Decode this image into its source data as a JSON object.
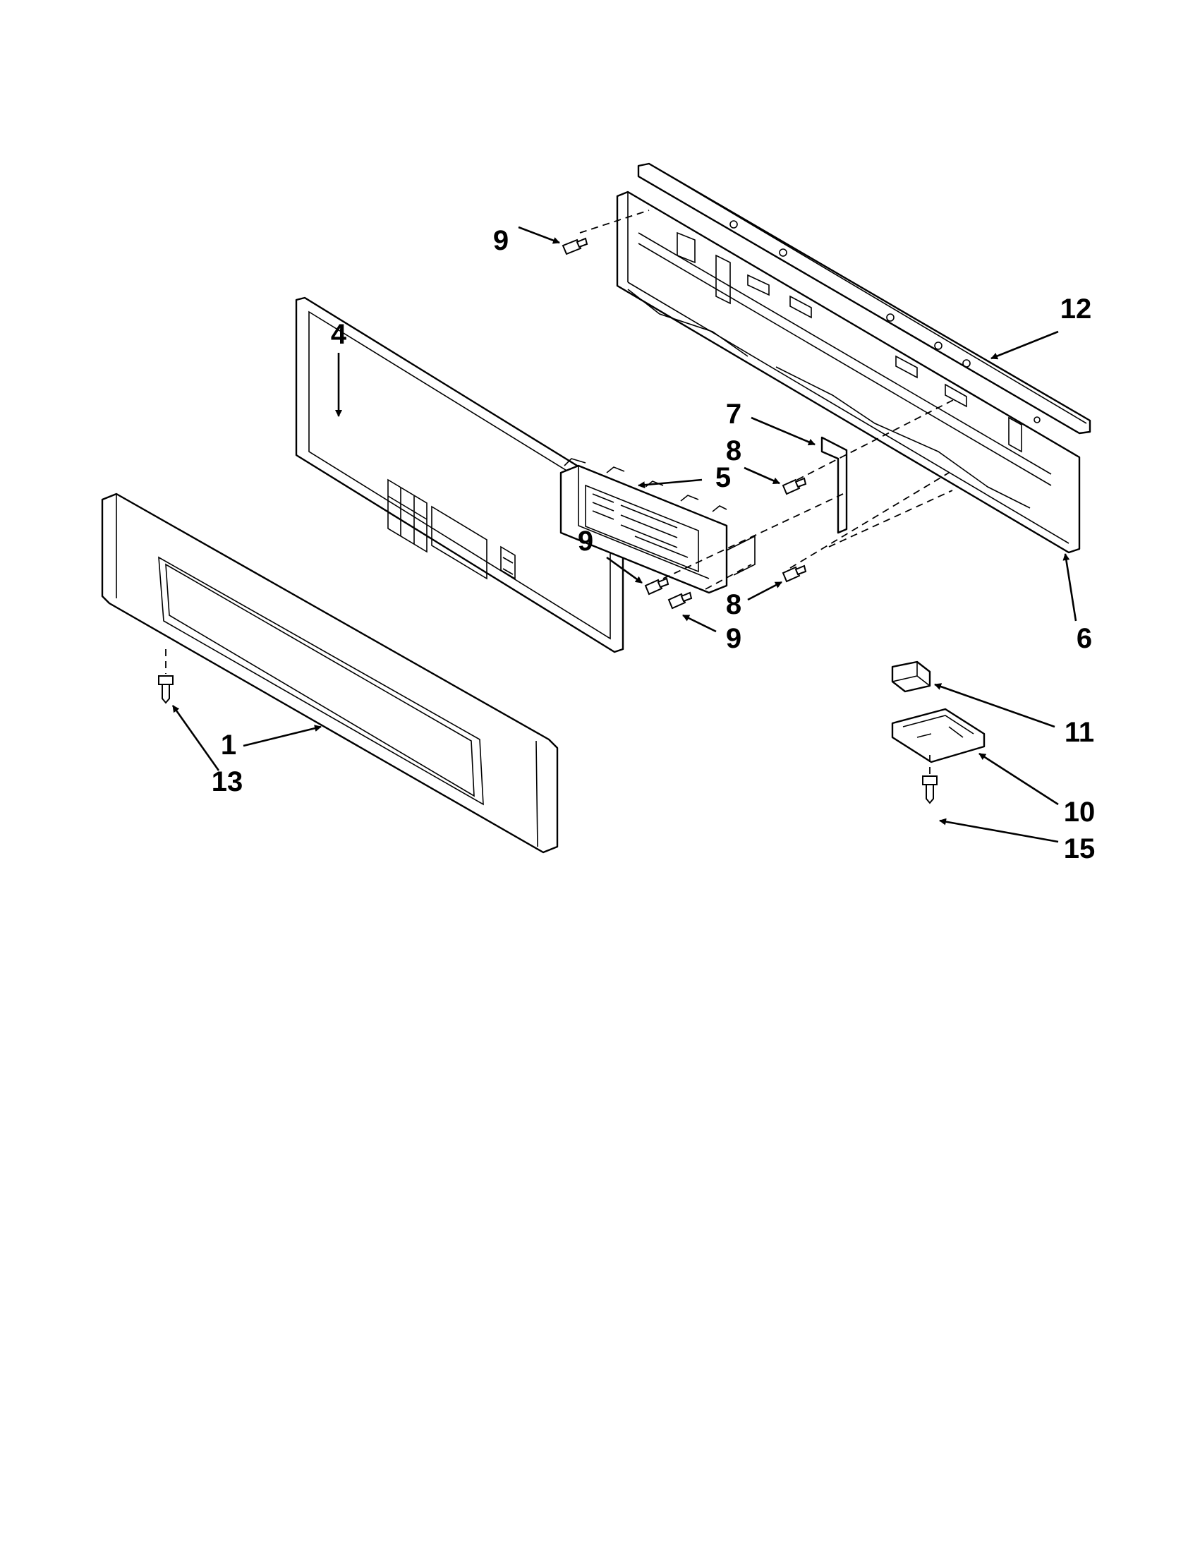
{
  "callouts": [
    {
      "id": "p9a",
      "label": "9"
    },
    {
      "id": "p12",
      "label": "12"
    },
    {
      "id": "p4",
      "label": "4"
    },
    {
      "id": "p7",
      "label": "7"
    },
    {
      "id": "p8a",
      "label": "8"
    },
    {
      "id": "p5",
      "label": "5"
    },
    {
      "id": "p9b",
      "label": "9"
    },
    {
      "id": "p8b",
      "label": "8"
    },
    {
      "id": "p9c",
      "label": "9"
    },
    {
      "id": "p6",
      "label": "6"
    },
    {
      "id": "p11",
      "label": "11"
    },
    {
      "id": "p1",
      "label": "1"
    },
    {
      "id": "p13",
      "label": "13"
    },
    {
      "id": "p10",
      "label": "10"
    },
    {
      "id": "p15",
      "label": "15"
    }
  ]
}
